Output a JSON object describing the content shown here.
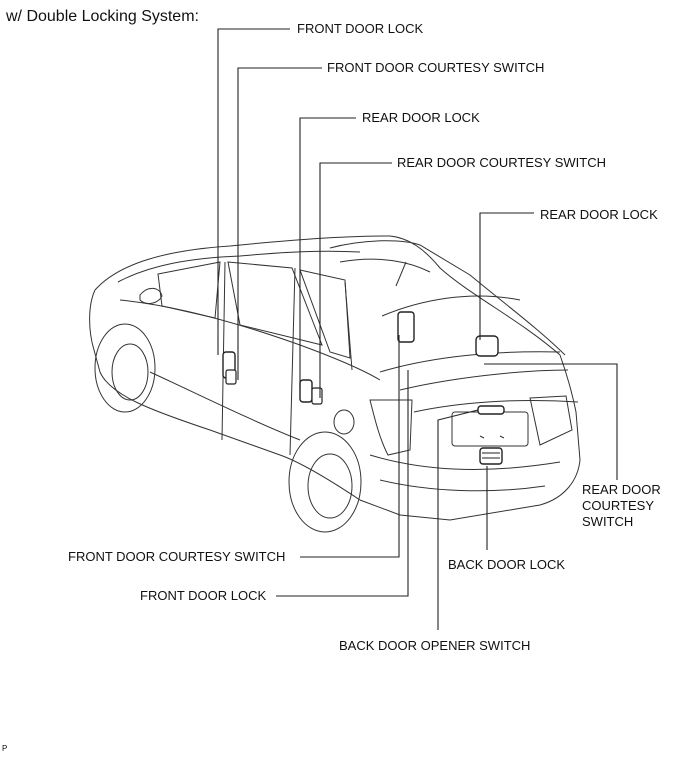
{
  "heading": "w/ Double Locking System:",
  "labels": {
    "front_door_lock_top": "FRONT DOOR LOCK",
    "front_door_courtesy_switch_top": "FRONT DOOR COURTESY SWITCH",
    "rear_door_lock_top": "REAR DOOR LOCK",
    "rear_door_courtesy_switch_top": "REAR DOOR COURTESY SWITCH",
    "rear_door_lock_right": "REAR DOOR LOCK",
    "rear_door_courtesy_switch_right_1": "REAR DOOR",
    "rear_door_courtesy_switch_right_2": "COURTESY",
    "rear_door_courtesy_switch_right_3": "SWITCH",
    "back_door_lock": "BACK DOOR LOCK",
    "front_door_courtesy_switch_bottom": "FRONT DOOR COURTESY SWITCH",
    "front_door_lock_bottom": "FRONT DOOR LOCK",
    "back_door_opener_switch": "BACK DOOR OPENER SWITCH"
  },
  "corner_mark": "P"
}
